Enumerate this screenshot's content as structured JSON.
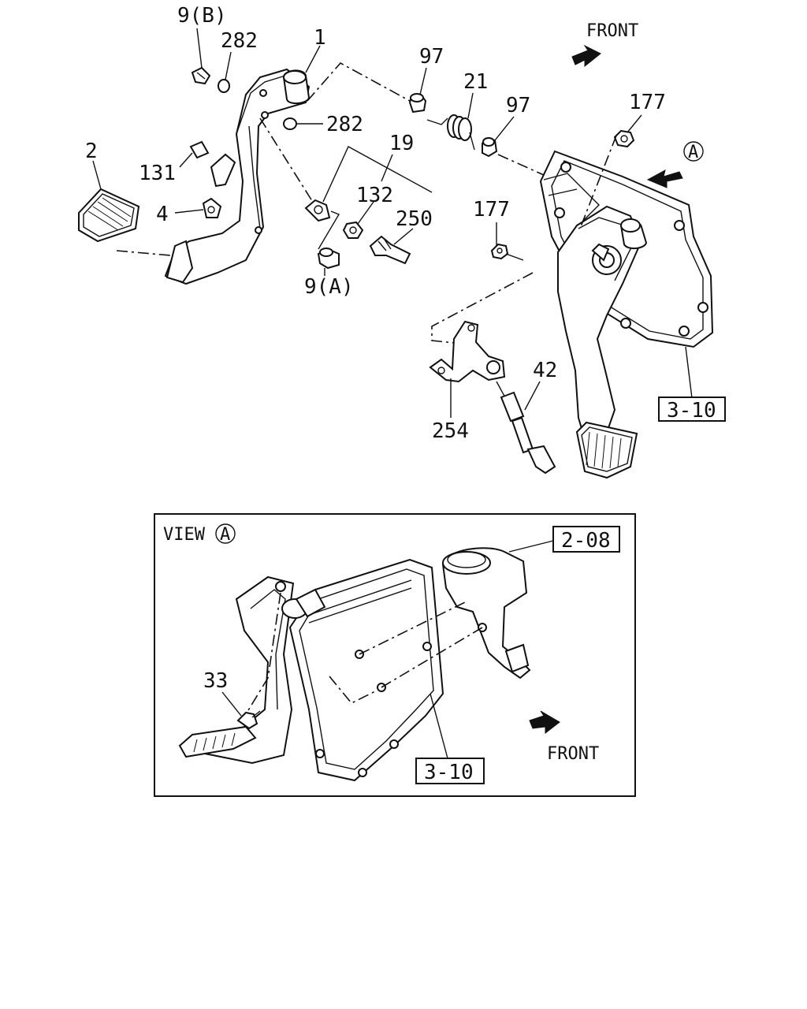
{
  "callouts": {
    "p9b": "9(B)",
    "p282a": "282",
    "p1": "1",
    "p282b": "282",
    "p97a": "97",
    "p21": "21",
    "p97b": "97",
    "p177a": "177",
    "p2": "2",
    "p131": "131",
    "p4": "4",
    "p19": "19",
    "p132": "132",
    "p250": "250",
    "p177b": "177",
    "p9a": "9(A)",
    "p42": "42",
    "p254": "254",
    "p33": "33"
  },
  "refs": {
    "ref_3_10_top": "3-10",
    "ref_2_08": "2-08",
    "ref_3_10_view": "3-10"
  },
  "direction": {
    "front_top": "FRONT",
    "front_view": "FRONT",
    "view_marker": "A"
  },
  "inset": {
    "title": "VIEW",
    "marker": "A"
  }
}
